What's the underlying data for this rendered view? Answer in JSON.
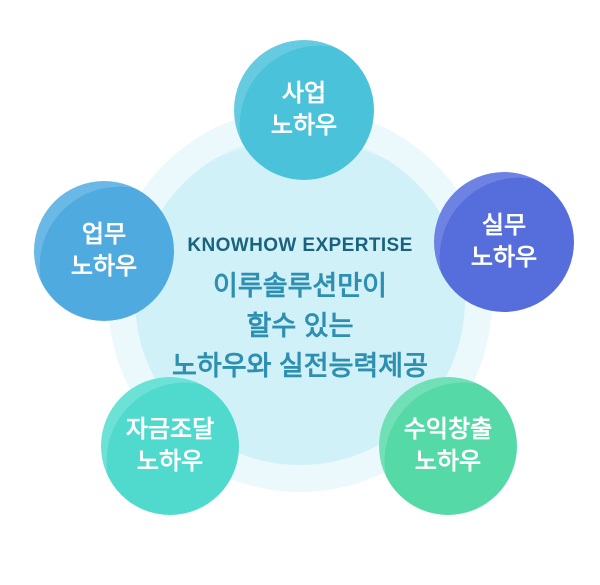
{
  "center": {
    "heading": "KNOWHOW EXPERTISE",
    "line1": "이루솔루션만이",
    "line2": "할수 있는",
    "line3": "노하우와 실전능력제공"
  },
  "nodes": [
    {
      "id": "business",
      "line1": "사업",
      "line2": "노하우",
      "color": "#4ac2d9",
      "highlight": "#66cbe0"
    },
    {
      "id": "work",
      "line1": "업무",
      "line2": "노하우",
      "color": "#4fabdf",
      "highlight": "#69b8e5"
    },
    {
      "id": "practical",
      "line1": "실무",
      "line2": "노하우",
      "color": "#566edc",
      "highlight": "#6e82e3"
    },
    {
      "id": "funding",
      "line1": "자금조달",
      "line2": "노하우",
      "color": "#4fdacd",
      "highlight": "#6ce1d6"
    },
    {
      "id": "profit",
      "line1": "수익창출",
      "line2": "노하우",
      "color": "#54d9a7",
      "highlight": "#71e0b6"
    }
  ],
  "palette": {
    "background": "#ffffff",
    "outer_circle": "#ecf9fc",
    "inner_circle": "#d1f1f9",
    "inner_circle_highlight": "#def6fa",
    "heading_color": "#1a637e",
    "body_color": "#2e8fb0",
    "node_text_color": "#ffffff"
  }
}
